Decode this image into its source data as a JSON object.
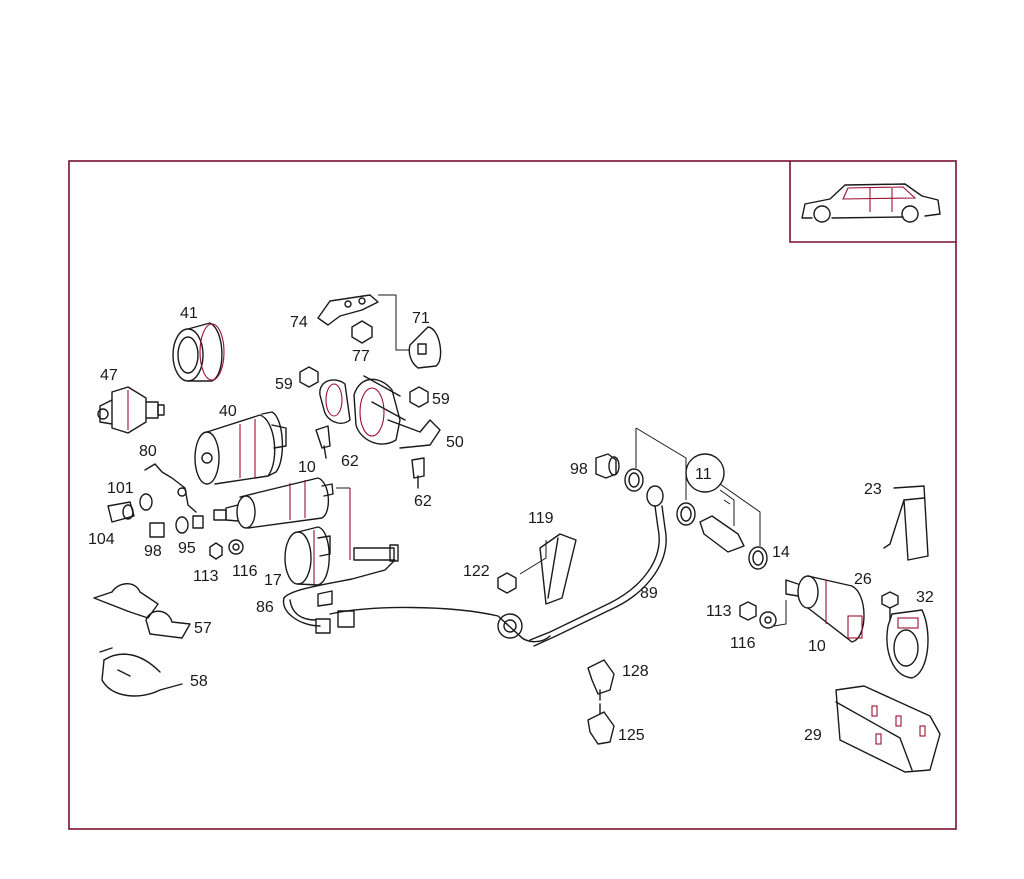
{
  "labels": [
    {
      "id": "p41",
      "text": "41"
    },
    {
      "id": "p47",
      "text": "47"
    },
    {
      "id": "p40",
      "text": "40"
    },
    {
      "id": "p80",
      "text": "80"
    },
    {
      "id": "p101",
      "text": "101"
    },
    {
      "id": "p104",
      "text": "104"
    },
    {
      "id": "p98a",
      "text": "98"
    },
    {
      "id": "p95",
      "text": "95"
    },
    {
      "id": "p113a",
      "text": "113"
    },
    {
      "id": "p116a",
      "text": "116"
    },
    {
      "id": "p17",
      "text": "17"
    },
    {
      "id": "p10a",
      "text": "10"
    },
    {
      "id": "p74",
      "text": "74"
    },
    {
      "id": "p77",
      "text": "77"
    },
    {
      "id": "p71",
      "text": "71"
    },
    {
      "id": "p59a",
      "text": "59"
    },
    {
      "id": "p59b",
      "text": "59"
    },
    {
      "id": "p62a",
      "text": "62"
    },
    {
      "id": "p50",
      "text": "50"
    },
    {
      "id": "p62b",
      "text": "62"
    },
    {
      "id": "p86",
      "text": "86"
    },
    {
      "id": "p57",
      "text": "57"
    },
    {
      "id": "p58",
      "text": "58"
    },
    {
      "id": "p98b",
      "text": "98"
    },
    {
      "id": "p11",
      "text": "11"
    },
    {
      "id": "p14",
      "text": "14"
    },
    {
      "id": "p119",
      "text": "119"
    },
    {
      "id": "p122",
      "text": "122"
    },
    {
      "id": "p89",
      "text": "89"
    },
    {
      "id": "p128",
      "text": "128"
    },
    {
      "id": "p125",
      "text": "125"
    },
    {
      "id": "p23",
      "text": "23"
    },
    {
      "id": "p26",
      "text": "26"
    },
    {
      "id": "p32",
      "text": "32"
    },
    {
      "id": "p113b",
      "text": "113"
    },
    {
      "id": "p116b",
      "text": "116"
    },
    {
      "id": "p10b",
      "text": "10"
    },
    {
      "id": "p29",
      "text": "29"
    }
  ],
  "colors": {
    "frame": "#7a1030",
    "highlight": "#9a1030",
    "ink": "#1a1a1a"
  }
}
